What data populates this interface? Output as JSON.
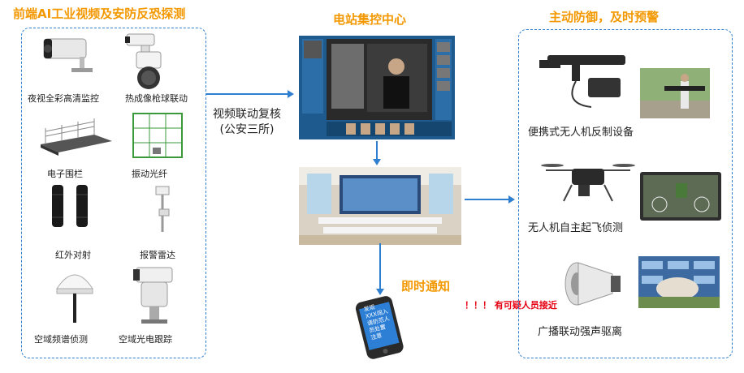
{
  "titles": {
    "left": "前端AI工业视频及安防反恐探测",
    "center": "电站集控中心",
    "right": "主动防御，及时预警"
  },
  "left_devices": [
    {
      "label": "夜视全彩高清监控",
      "icon": "camera-icon"
    },
    {
      "label": "热成像枪球联动",
      "icon": "ptz-camera-icon"
    },
    {
      "label": "电子围栏",
      "icon": "fence-icon"
    },
    {
      "label": "振动光纤",
      "icon": "fiber-fence-icon"
    },
    {
      "label": "红外对射",
      "icon": "infrared-beam-icon"
    },
    {
      "label": "报警雷达",
      "icon": "radar-icon"
    },
    {
      "label": "空域频谱侦测",
      "icon": "spectrum-detector-icon"
    },
    {
      "label": "空域光电跟踪",
      "icon": "optoelectronic-tracker-icon"
    }
  ],
  "center": {
    "link_label_line1": "视频联动复核",
    "link_label_line2": "(公安三所)",
    "notify_label": "即时通知",
    "alert_text": "！！！ 有可疑人员接近",
    "phone_text": [
      "发现",
      "XXX闯入",
      "请防范人",
      "员处置",
      "注意"
    ]
  },
  "right_devices": [
    {
      "label": "便携式无人机反制设备",
      "icon": "anti-drone-gun-icon"
    },
    {
      "label": "无人机自主起飞侦测",
      "icon": "drone-icon"
    },
    {
      "label": "广播联动强声驱离",
      "icon": "loudspeaker-icon"
    }
  ],
  "colors": {
    "title": "#f39800",
    "panel_border": "#2f7fd0",
    "arrow": "#2f7fd0",
    "alert": "#e60012"
  }
}
